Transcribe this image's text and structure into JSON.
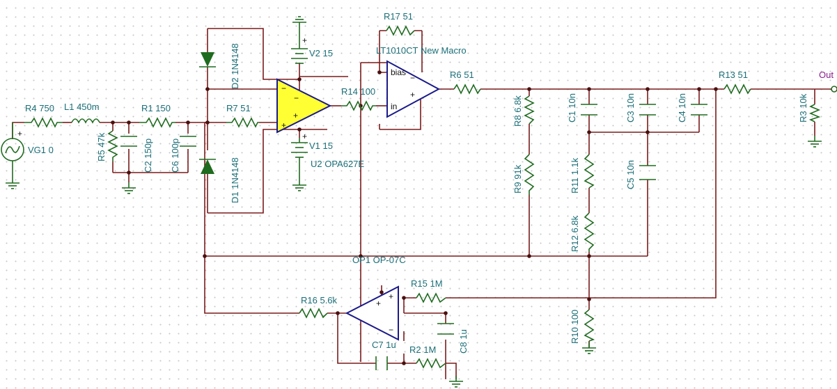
{
  "components": {
    "vg1": "VG1 0",
    "r4": "R4 750",
    "l1": "L1 450m",
    "r1": "R1 150",
    "r5": "R5 47k",
    "c2": "C2 150p",
    "c6": "C6 100p",
    "r7": "R7 51",
    "d2": "D2 1N4148",
    "d1": "D1 1N4148",
    "v2": "V2 15",
    "v1": "V1 15",
    "u2": "U2 OPA627E",
    "r17": "R17 51",
    "macro": "LT1010CT New Macro",
    "bias_pin": "bias",
    "in_pin": "in",
    "r14": "R14 100",
    "r6": "R6 51",
    "r8": "R8 6.8k",
    "r9": "R9 91k",
    "c1": "C1 10n",
    "c3": "C3 10n",
    "c4": "C4 10n",
    "c5": "C5 10n",
    "r11": "R11 1.1k",
    "r12": "R12 6.8k",
    "r13": "R13 51",
    "r3": "R3 10k",
    "out": "Out",
    "op1": "OP1 OP-07C",
    "r15": "R15 1M",
    "r16": "R16 5.6k",
    "c7": "C7 1u",
    "r2": "R2 1M",
    "c8": "C8 1u",
    "r10": "R10 100"
  },
  "colors": {
    "wire": "#7a1a1a",
    "component": "#1f6b1f",
    "label": "#1a6f78",
    "opamp_outline": "#1a1a8a",
    "opamp_fill_highlight": "#ffff33",
    "net_label": "#8b1a8b"
  }
}
